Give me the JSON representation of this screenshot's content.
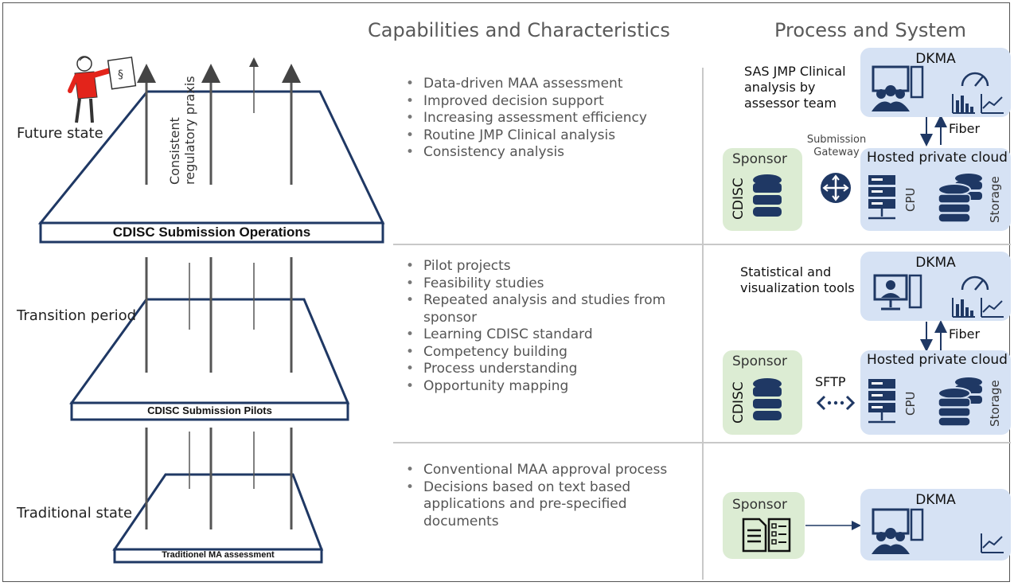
{
  "headers": {
    "capabilities": "Capabilities and Characteristics",
    "process": "Process and System"
  },
  "states": {
    "future": "Future state",
    "transition": "Transition period",
    "traditional": "Traditional state"
  },
  "platforms": {
    "operations": "CDISC Submission Operations",
    "pilots": "CDISC Submission Pilots",
    "traditional": "Traditionel MA assessment"
  },
  "vertical_label": [
    "Consistent",
    "regulatory praxis"
  ],
  "capabilities": {
    "future": [
      "Data-driven MAA assessment",
      "Improved decision support",
      "Increasing assessment efficiency",
      "Routine JMP Clinical analysis",
      "Consistency analysis"
    ],
    "transition": [
      "Pilot projects",
      "Feasibility studies",
      "Repeated analysis and studies from sponsor",
      "Learning CDISC standard",
      "Competency building",
      "Process understanding",
      "Opportunity mapping"
    ],
    "traditional": [
      "Conventional MAA approval process",
      "Decisions based on text based applications and pre-specified documents"
    ]
  },
  "process": {
    "future": {
      "note": "SAS JMP Clinical analysis by assessor team",
      "dkma": "DKMA",
      "fiber": "Fiber",
      "gateway": "Submission Gateway",
      "cloud": "Hosted private cloud",
      "sponsor": "Sponsor",
      "cdisc": "CDISC",
      "cpu": "CPU",
      "storage": "Storage"
    },
    "transition": {
      "note": "Statistical and visualization tools",
      "dkma": "DKMA",
      "fiber": "Fiber",
      "sftp": "SFTP",
      "cloud": "Hosted private cloud",
      "sponsor": "Sponsor",
      "cdisc": "CDISC",
      "cpu": "CPU",
      "storage": "Storage"
    },
    "traditional": {
      "sponsor": "Sponsor",
      "dkma": "DKMA"
    }
  },
  "colors": {
    "dkma_box": "#d6e2f4",
    "sponsor_box": "#dcecd3",
    "icon_navy": "#1f3864",
    "platform_outline": "#1f3864",
    "presenter_red": "#e3241b"
  },
  "icons": [
    "presenter-icon",
    "people-computer-icon",
    "gauge-chart-icon",
    "server-icon",
    "database-icon",
    "router-icon",
    "document-checklist-icon",
    "trend-chart-icon"
  ]
}
